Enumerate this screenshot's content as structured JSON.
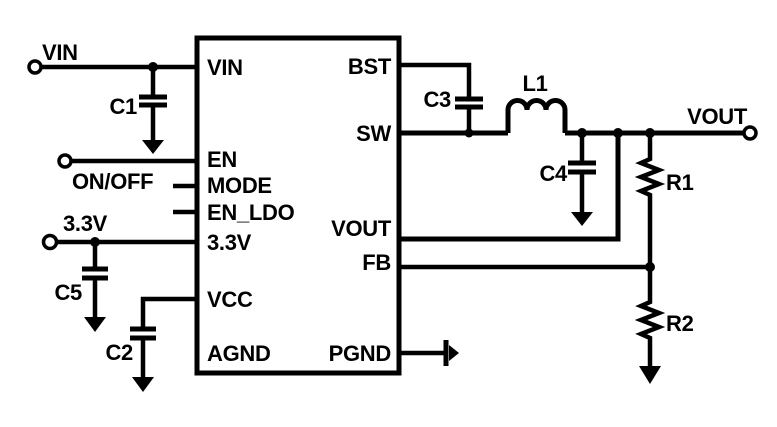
{
  "ic": {
    "left_pins": [
      "VIN",
      "EN",
      "MODE",
      "EN_LDO",
      "3.3V",
      "VCC",
      "AGND"
    ],
    "right_pins": [
      "BST",
      "SW",
      "VOUT",
      "FB",
      "PGND"
    ]
  },
  "terminals": {
    "vin": "VIN",
    "on_off": "ON/OFF",
    "rail_3v3": "3.3V",
    "vout": "VOUT"
  },
  "components": {
    "c1": "C1",
    "c2": "C2",
    "c3": "C3",
    "c4": "C4",
    "c5": "C5",
    "l1": "L1",
    "r1": "R1",
    "r2": "R2"
  },
  "colors": {
    "line": "#000000",
    "background": "#ffffff"
  }
}
